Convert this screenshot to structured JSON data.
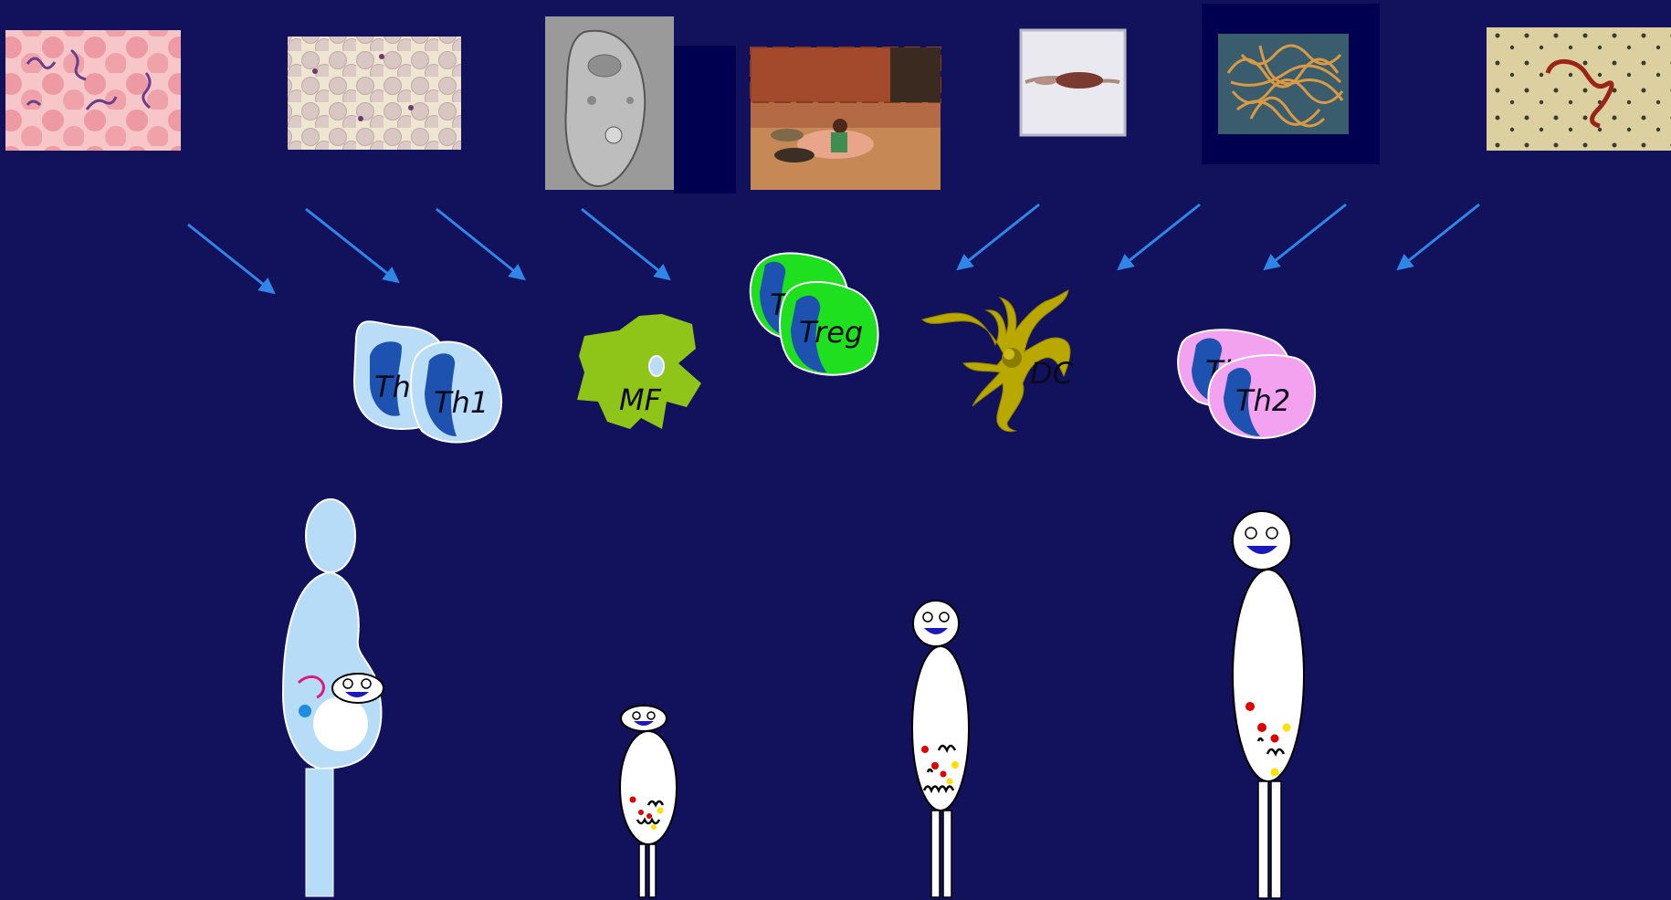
{
  "colors": {
    "background": "#11115c",
    "arrow": "#2f86e6",
    "th1_cell": "#b9dcf7",
    "th_nucleus": "#1d52b0",
    "treg_cell": "#1ee01e",
    "th2_cell": "#f2a2ef",
    "macrophage": "#8fc418",
    "dendritic_cell": "#b8a800",
    "pregnant_body": "#b7dcf7"
  },
  "pathogen_images": [
    {
      "name": "trypanosome-blood-smear-image"
    },
    {
      "name": "malaria-blood-smear-image"
    },
    {
      "name": "amoeba-microscopy-image"
    },
    {
      "name": "village-scene-photo"
    },
    {
      "name": "tapeworm-image"
    },
    {
      "name": "hookworm-mass-image"
    },
    {
      "name": "microfilaria-blood-smear-image"
    }
  ],
  "cells": {
    "th1_back": "Th",
    "th1_front": "Th1",
    "macrophage": "MF",
    "treg_back": "T",
    "treg_front": "Treg",
    "dc": "DC",
    "th2_back": "Th",
    "th2_front": "Th2"
  },
  "figures": [
    {
      "name": "pregnant-woman-figure"
    },
    {
      "name": "small-child-figure"
    },
    {
      "name": "older-child-figure"
    },
    {
      "name": "adult-figure"
    }
  ]
}
